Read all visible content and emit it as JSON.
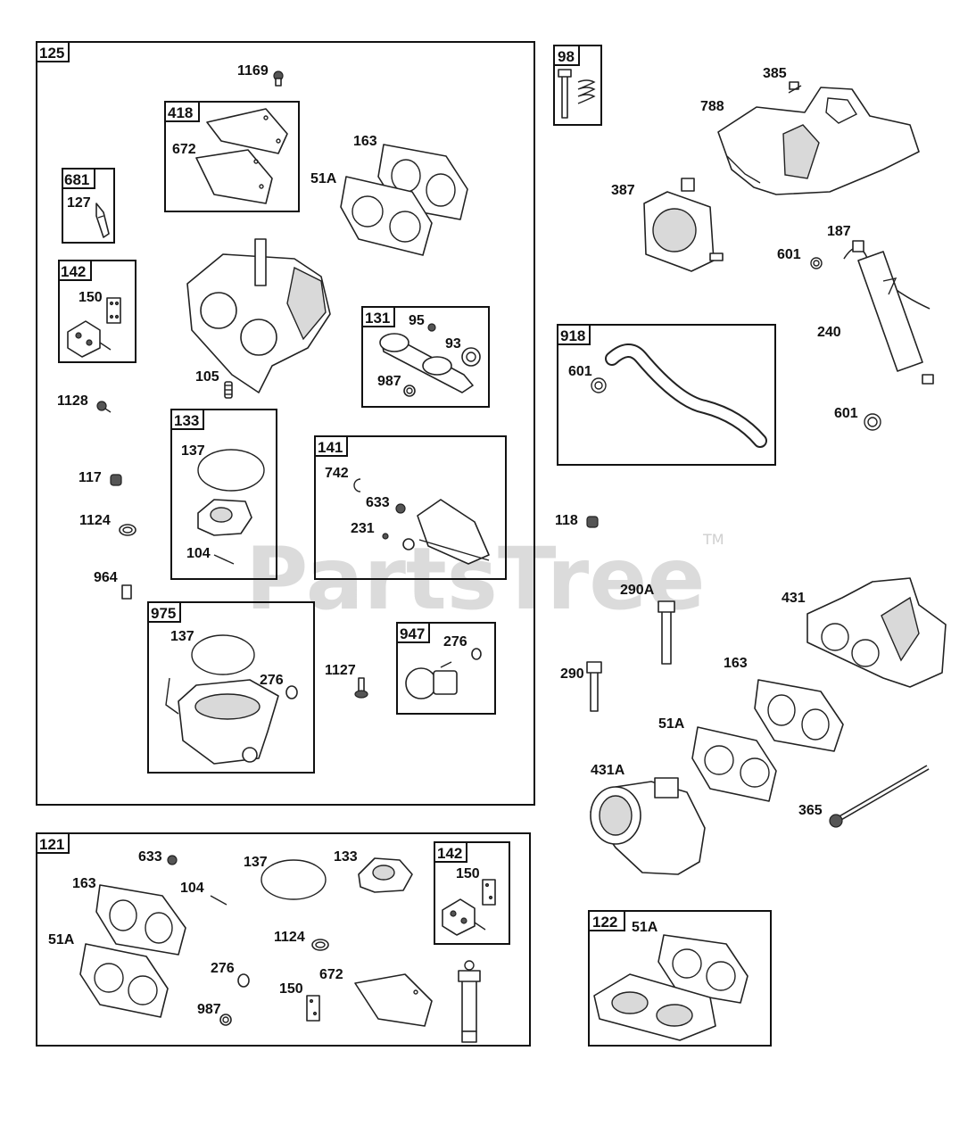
{
  "watermark": {
    "text": "PartsTree",
    "tm": "TM"
  },
  "groups": {
    "g125": "125",
    "g418": "418",
    "g681": "681",
    "g142a": "142",
    "g131": "131",
    "g133": "133",
    "g141": "141",
    "g975": "975",
    "g947": "947",
    "g98": "98",
    "g918": "918",
    "g121": "121",
    "g142b": "142",
    "g122": "122"
  },
  "labels": {
    "p1169": "1169",
    "p418_672": "672",
    "p163a": "163",
    "p51a_a": "51A",
    "p681_127": "127",
    "p142a_150": "150",
    "p131_95": "95",
    "p131_93": "93",
    "p131_987": "987",
    "p105": "105",
    "p1128": "1128",
    "p133_137": "137",
    "p133_104": "104",
    "p117": "117",
    "p1124a": "1124",
    "p964": "964",
    "p141_742": "742",
    "p141_633": "633",
    "p141_231": "231",
    "p975_137": "137",
    "p975_276": "276",
    "p1127": "1127",
    "p947_276": "276",
    "p385": "385",
    "p788": "788",
    "p387": "387",
    "p601a": "601",
    "p187": "187",
    "p918_601": "601",
    "p240": "240",
    "p601b": "601",
    "p118": "118",
    "p290A": "290A",
    "p431": "431",
    "p290": "290",
    "p163b": "163",
    "p51A_b": "51A",
    "p431A": "431A",
    "p365": "365",
    "p121_633": "633",
    "p121_163": "163",
    "p121_137": "137",
    "p121_133": "133",
    "p121_104": "104",
    "p121_51A": "51A",
    "p121_1124": "1124",
    "p121_276": "276",
    "p121_672": "672",
    "p121_150": "150",
    "p121_987": "987",
    "p142b_150": "150",
    "p122_51A": "51A"
  }
}
